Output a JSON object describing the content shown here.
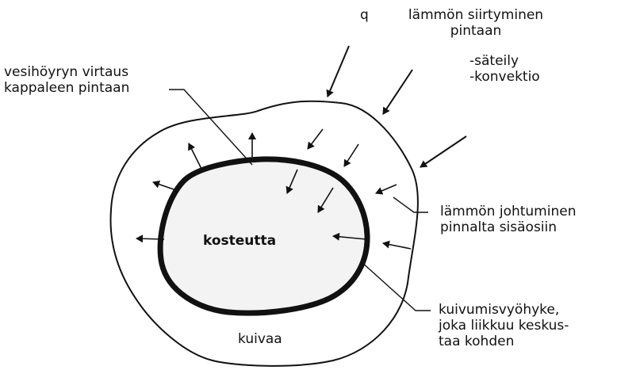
{
  "heat_symbol": "q",
  "heat_transfer": {
    "line1": "lämmön siirtyminen",
    "line2": "pintaan"
  },
  "heat_modes": [
    "-säteily",
    "-konvektio"
  ],
  "vapor_flow": {
    "line1": "vesihöyryn virtaus",
    "line2": "kappaleen pintaan"
  },
  "conduction": {
    "line1": "lämmön johtuminen",
    "line2": "pinnalta sisäosiin"
  },
  "moist_core": "kosteutta",
  "drying_zone": {
    "line1": "kuivumisvyöhyke,",
    "line2": "joka liikkuu keskus-",
    "line3": "taa kohden"
  },
  "dry_region": "kuivaa"
}
